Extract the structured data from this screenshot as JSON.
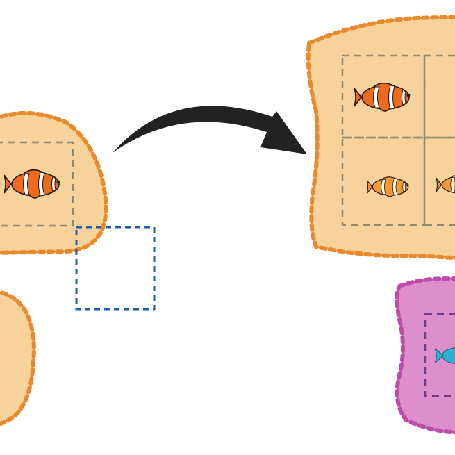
{
  "diagram": {
    "colors": {
      "background": "#ffffff",
      "orange_fill": "#f7d39b",
      "orange_border": "#e8892d",
      "pink_fill": "#dc8fcb",
      "pink_border": "#c04aa8",
      "grid_dash": "#8d8b73",
      "blue_dash": "#1f5ea8",
      "purple_dash": "#6b3d8c",
      "arrow": "#222222",
      "clownfish_orange": "#ee6a1c",
      "clownfish_light": "#f59a2e",
      "blue_fish": "#2bb0d6"
    },
    "icons": {
      "clownfish": "clownfish-icon",
      "bluefish": "blue-fish-icon",
      "arrow": "curved-arrow-icon"
    },
    "regions": [
      {
        "name": "left-top-region",
        "color": "orange",
        "fish": [
          "clownfish"
        ]
      },
      {
        "name": "left-bottom-region",
        "color": "orange",
        "fish": []
      },
      {
        "name": "right-top-region",
        "color": "orange",
        "fish": [
          "clownfish",
          "clownfish-small",
          "clownfish-small"
        ]
      },
      {
        "name": "right-bottom-region",
        "color": "pink",
        "fish": [
          "bluefish"
        ]
      }
    ]
  }
}
